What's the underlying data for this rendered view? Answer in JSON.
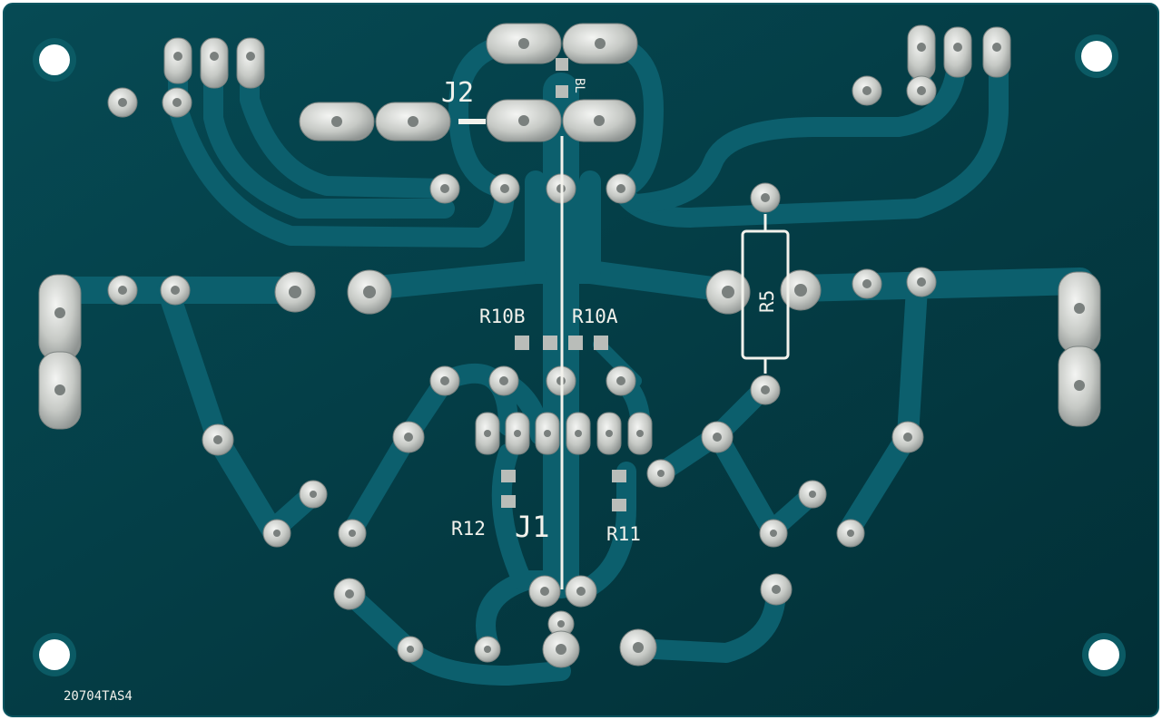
{
  "board": {
    "substrate_color": "#033c45",
    "copper_color": "#0c5f6d",
    "pad_color": "#c9ccc8",
    "silk_color": "#f2f2ec",
    "background_color": "#ffffff"
  },
  "labels": {
    "j2": "J2",
    "r10b": "R10B",
    "r10a": "R10A",
    "r5": "R5",
    "r12": "R12",
    "j1": "J1",
    "r11": "R11",
    "board_id": "20704TAS4",
    "bl": "BL"
  }
}
